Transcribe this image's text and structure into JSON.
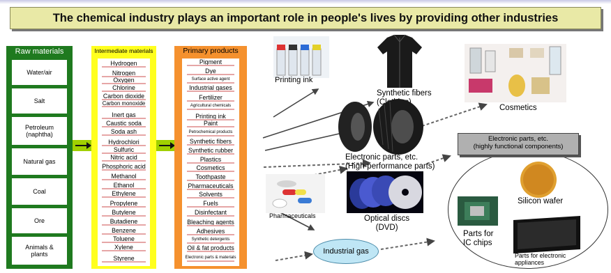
{
  "banner": {
    "text": "The chemical industry plays an important role in people's lives by providing other industries"
  },
  "raw_materials": {
    "title": "Raw materials",
    "items": [
      "Water/air",
      "Salt",
      "Petroleum\n(naphtha)",
      "Natural gas",
      "Coal",
      "Ore",
      "Animals &\nplants"
    ]
  },
  "intermediate_materials": {
    "title": "Intermediate materials",
    "items": [
      "Hydrogen",
      "Nitrogen",
      "Oxygen",
      "Chlorine",
      "Carbon dioxide",
      "Carbon monoxide",
      "Inert gas",
      "Caustic soda",
      "Soda ash",
      "Hydrochlori",
      "Sulfuric",
      "Nitric acid",
      "Phosphoric acid",
      "Methanol",
      "Ethanol",
      "Ethylene",
      "Propylene",
      "Butylene",
      "Butadiene",
      "Benzene",
      "Toluene",
      "Xylene",
      "Styrene"
    ]
  },
  "primary_products": {
    "title": "Primary products",
    "items": [
      "Pigment",
      "Dye",
      "Surface active agent",
      "Industrial gases",
      "Fertilizer",
      "Agricultural chemicals",
      "Printing ink",
      "Paint",
      "Petrochemical products",
      "Synthetic fibers",
      "Synthetic rubber",
      "Plastics",
      "Cosmetics",
      "Toothpaste",
      "Pharmaceuticals",
      "Solvents",
      "Fuels",
      "Disinfectant",
      "Bleaching agents",
      "Adhesives",
      "Synthetic detergents",
      "Oil & fat products",
      "Electronic parts & materials"
    ]
  },
  "applications": {
    "printing_ink": "Printing ink",
    "synthetic_fibers": "Synthetic fibers\n(Clothing)",
    "cosmetics": "Cosmetics",
    "electronic_parts": "Electronic parts, etc.\n(High-performance parts)",
    "pharmaceuticals": "Pharmaceuticals",
    "optical_discs": "Optical discs\n(DVD)",
    "industrial_gas": "Industrial gas",
    "elec_box": "Electronic parts, etc.\n(highly functional components)",
    "silicon_wafer": "Silicon wafer",
    "ic_chips": "Parts for\nIC chips",
    "electronic_appliances": "Parts for electronic\nappliances"
  },
  "colors": {
    "raw": "#1f7a1f",
    "intermediate": "#ffff1e",
    "primary": "#f5912e",
    "arrow": "#a0d000",
    "banner": "#e9e9a6"
  }
}
